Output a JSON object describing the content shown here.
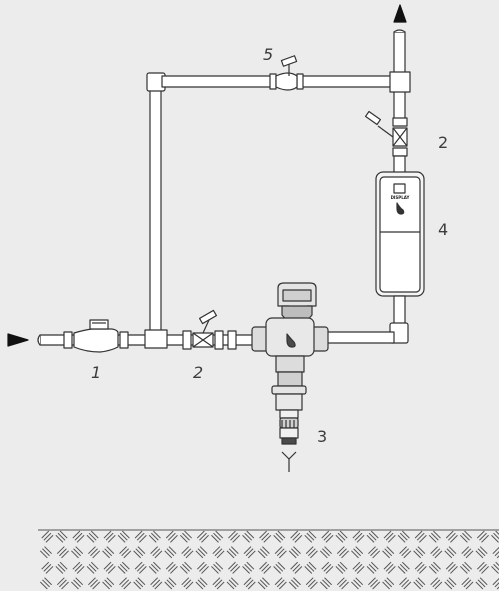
{
  "labels": {
    "meter": "1",
    "valve_inlet": "2",
    "valve_outlet": "2",
    "drain": "3",
    "device": "4",
    "bypass_valve": "5"
  },
  "device_screen_text": "DISPLAY",
  "colors": {
    "background": "#ececec",
    "pipe_fill": "#ffffff",
    "line": "#333333",
    "filter_body": "#dcdcdc",
    "filter_dark": "#4a4a4a",
    "ground_hatch": "#555555"
  },
  "icons": {
    "inlet": "arrow-right-icon",
    "outlet": "arrow-up-icon",
    "drain": "drain-funnel-icon"
  }
}
